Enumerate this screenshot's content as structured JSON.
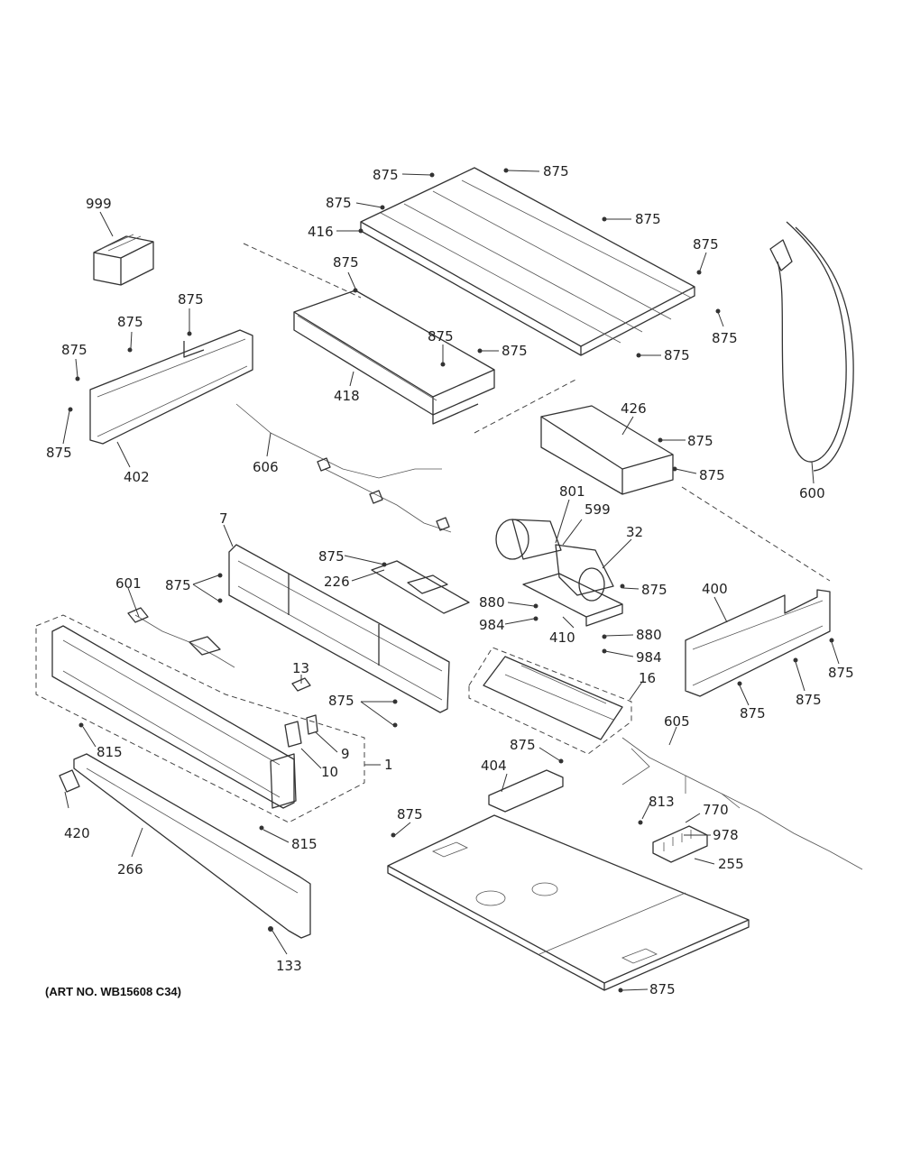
{
  "art_number": "(ART NO. WB15608 C34)",
  "callouts": [
    {
      "id": "c875a",
      "label": "875"
    },
    {
      "id": "c875b",
      "label": "875"
    },
    {
      "id": "c875c",
      "label": "875"
    },
    {
      "id": "c416",
      "label": "416"
    },
    {
      "id": "c875d",
      "label": "875"
    },
    {
      "id": "c875e",
      "label": "875"
    },
    {
      "id": "c875f",
      "label": "875"
    },
    {
      "id": "c875g",
      "label": "875"
    },
    {
      "id": "c875h",
      "label": "875"
    },
    {
      "id": "c875i",
      "label": "875"
    },
    {
      "id": "c875j",
      "label": "875"
    },
    {
      "id": "c418",
      "label": "418"
    },
    {
      "id": "c999",
      "label": "999"
    },
    {
      "id": "c875k",
      "label": "875"
    },
    {
      "id": "c875l",
      "label": "875"
    },
    {
      "id": "c875m",
      "label": "875"
    },
    {
      "id": "c875n",
      "label": "875"
    },
    {
      "id": "c402",
      "label": "402"
    },
    {
      "id": "c606",
      "label": "606"
    },
    {
      "id": "c426",
      "label": "426"
    },
    {
      "id": "c875o",
      "label": "875"
    },
    {
      "id": "c875p",
      "label": "875"
    },
    {
      "id": "c600",
      "label": "600"
    },
    {
      "id": "c801",
      "label": "801"
    },
    {
      "id": "c599",
      "label": "599"
    },
    {
      "id": "c32",
      "label": "32"
    },
    {
      "id": "c7",
      "label": "7"
    },
    {
      "id": "c875q",
      "label": "875"
    },
    {
      "id": "c226",
      "label": "226"
    },
    {
      "id": "c875r",
      "label": "875"
    },
    {
      "id": "c601",
      "label": "601"
    },
    {
      "id": "c875s",
      "label": "875"
    },
    {
      "id": "c880a",
      "label": "880"
    },
    {
      "id": "c984a",
      "label": "984"
    },
    {
      "id": "c410",
      "label": "410"
    },
    {
      "id": "c880b",
      "label": "880"
    },
    {
      "id": "c984b",
      "label": "984"
    },
    {
      "id": "c400",
      "label": "400"
    },
    {
      "id": "c875t",
      "label": "875"
    },
    {
      "id": "c875u",
      "label": "875"
    },
    {
      "id": "c875v",
      "label": "875"
    },
    {
      "id": "c13",
      "label": "13"
    },
    {
      "id": "c875w",
      "label": "875"
    },
    {
      "id": "c16",
      "label": "16"
    },
    {
      "id": "c815a",
      "label": "815"
    },
    {
      "id": "c9",
      "label": "9"
    },
    {
      "id": "c10",
      "label": "10"
    },
    {
      "id": "c1",
      "label": "1"
    },
    {
      "id": "c605",
      "label": "605"
    },
    {
      "id": "c875x",
      "label": "875"
    },
    {
      "id": "c404",
      "label": "404"
    },
    {
      "id": "c813",
      "label": "813"
    },
    {
      "id": "c770",
      "label": "770"
    },
    {
      "id": "c875y",
      "label": "875"
    },
    {
      "id": "c978",
      "label": "978"
    },
    {
      "id": "c420",
      "label": "420"
    },
    {
      "id": "c815b",
      "label": "815"
    },
    {
      "id": "c255",
      "label": "255"
    },
    {
      "id": "c266",
      "label": "266"
    },
    {
      "id": "c133",
      "label": "133"
    },
    {
      "id": "c875z",
      "label": "875"
    }
  ]
}
